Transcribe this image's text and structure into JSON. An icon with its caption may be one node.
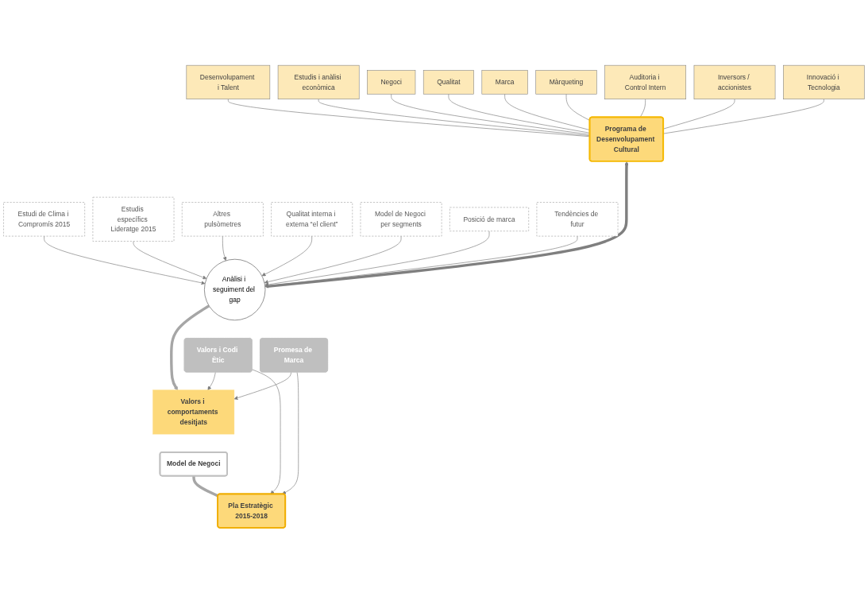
{
  "diagram": {
    "nodes": [
      {
        "text": [
          "Desenvolupament i Talent"
        ]
      },
      {
        "text": [
          "Estudis i anàlisi econòmica"
        ]
      },
      {
        "text": [
          "Negoci"
        ]
      },
      {
        "text": [
          "Qualitat"
        ]
      },
      {
        "text": [
          "Marca"
        ]
      },
      {
        "text": [
          "Màrqueting"
        ]
      },
      {
        "text": [
          "Auditoria i Control Intern"
        ]
      },
      {
        "text": [
          "Inversors / accionistes"
        ]
      },
      {
        "text": [
          "Innovació i Tecnologia"
        ]
      },
      {
        "text": [
          "Programa de Desenvolupament Cultural"
        ]
      },
      {
        "text": [
          "Estudi de Clima i Compromís 2015"
        ]
      },
      {
        "text": [
          "Estudis específics Lideratge 2015"
        ]
      },
      {
        "text": [
          "Altres pulsòmetres"
        ]
      },
      {
        "text": [
          "Anàlisi i seguiment del gap"
        ]
      },
      {
        "text": [
          "Qualitat interna i externa “el client”"
        ]
      },
      {
        "text": [
          "Model de Negoci per segments"
        ]
      },
      {
        "text": [
          "Posició de marca"
        ]
      },
      {
        "text": [
          "Tendències de futur"
        ]
      },
      {
        "text": [
          "Valors i Codi Ètic"
        ]
      },
      {
        "text": [
          "Valors i comportaments desitjats"
        ]
      },
      {
        "text": [
          "Model de Negoci"
        ]
      },
      {
        "text": [
          "Pla Estratègic 2015-2018"
        ]
      },
      {
        "text": [
          "Promesa de Marca"
        ]
      }
    ],
    "edges": [
      {
        "from": 0,
        "to": 9,
        "arrow": "none"
      },
      {
        "from": 1,
        "to": 9,
        "arrow": "none"
      },
      {
        "from": 2,
        "to": 9,
        "arrow": "none"
      },
      {
        "from": 3,
        "to": 9,
        "arrow": "none"
      },
      {
        "from": 4,
        "to": 9,
        "arrow": "none"
      },
      {
        "from": 5,
        "to": 9,
        "arrow": "none"
      },
      {
        "from": 6,
        "to": 9,
        "arrow": "none"
      },
      {
        "from": 7,
        "to": 9,
        "arrow": "none"
      },
      {
        "from": 8,
        "to": 9,
        "arrow": "none"
      },
      {
        "from": 9,
        "to": 13,
        "arrow": "both",
        "style": "thick"
      },
      {
        "from": 10,
        "to": 13,
        "arrow": "to"
      },
      {
        "from": 11,
        "to": 13,
        "arrow": "to"
      },
      {
        "from": 12,
        "to": 13,
        "arrow": "to"
      },
      {
        "from": 14,
        "to": 13,
        "arrow": "to"
      },
      {
        "from": 15,
        "to": 13,
        "arrow": "to"
      },
      {
        "from": 16,
        "to": 13,
        "arrow": "to"
      },
      {
        "from": 17,
        "to": 13,
        "arrow": "to"
      },
      {
        "from": 13,
        "to": 19,
        "arrow": "to",
        "style": "thick",
        "color": "#a6a6a6"
      },
      {
        "from": 18,
        "to": 19,
        "arrow": "to"
      },
      {
        "from": 18,
        "to": 21,
        "arrow": "to"
      },
      {
        "from": 22,
        "to": 19,
        "arrow": "to"
      },
      {
        "from": 22,
        "to": 21,
        "arrow": "to"
      },
      {
        "from": 20,
        "to": 21,
        "arrow": "none",
        "style": "thick",
        "color": "#a6a6a6"
      }
    ]
  }
}
